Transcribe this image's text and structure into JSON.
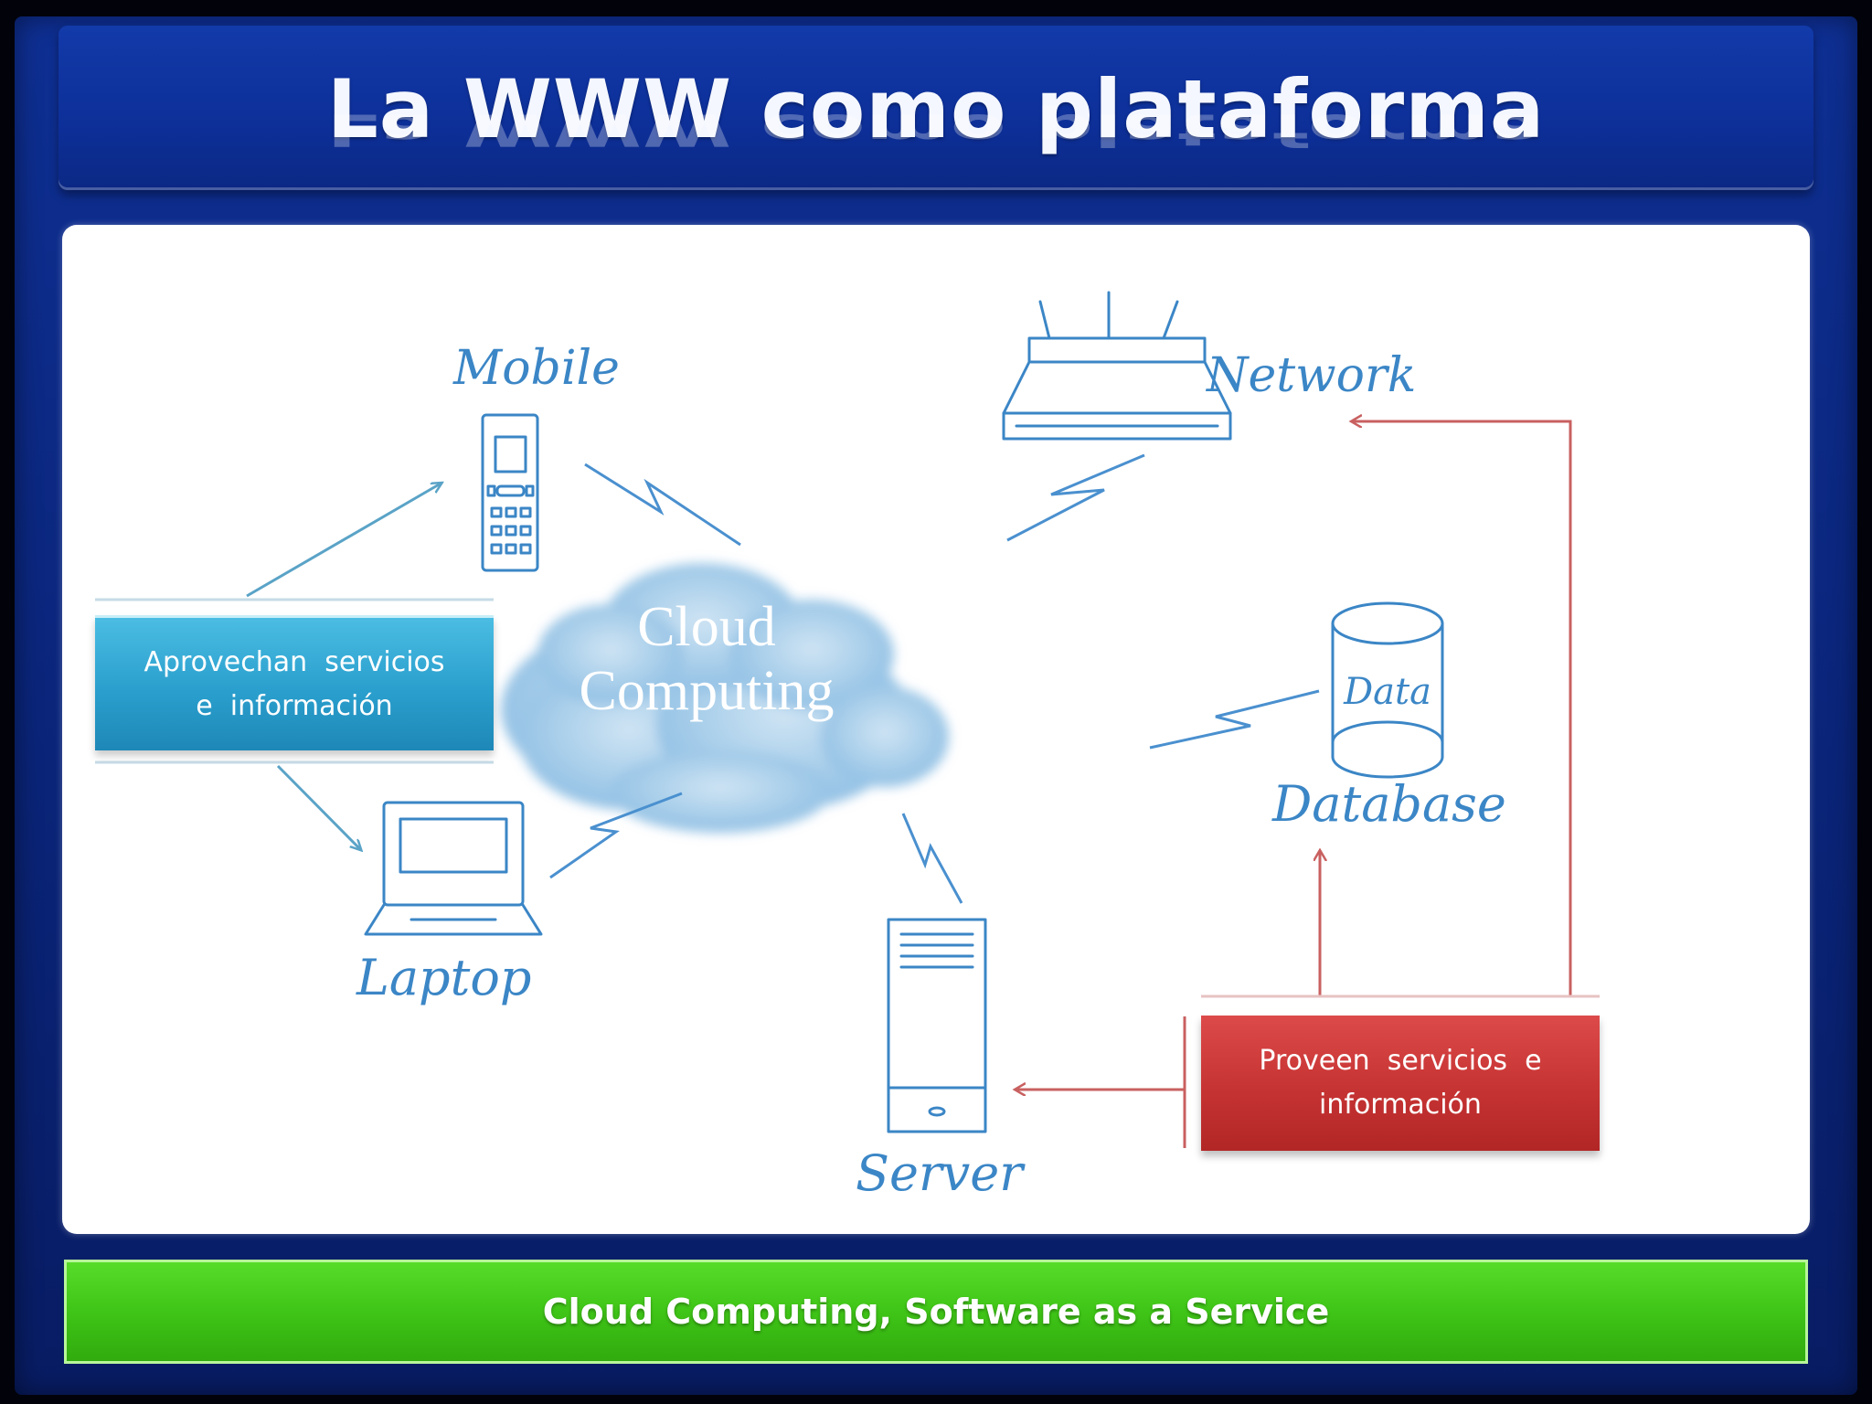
{
  "slide": {
    "title": "La WWW como plataforma",
    "footer": "Cloud Computing, Software as a Service"
  },
  "diagram": {
    "center_label_line1": "Cloud",
    "center_label_line2": "Computing",
    "nodes": {
      "mobile": "Mobile",
      "network": "Network",
      "database": "Database",
      "database_inner": "Data",
      "laptop": "Laptop",
      "server": "Server"
    },
    "callouts": {
      "consumers_line1": "Aprovechan  servicios",
      "consumers_line2": "e  información",
      "providers_line1": "Proveen  servicios  e",
      "providers_line2": "información"
    }
  },
  "colors": {
    "slide_bg": "#0b2784",
    "title_bar": "#0d2f98",
    "sketch_blue": "#3b86c6",
    "callout_blue": "#2a9fcd",
    "callout_red": "#c63333",
    "footer_green": "#3fc517"
  }
}
